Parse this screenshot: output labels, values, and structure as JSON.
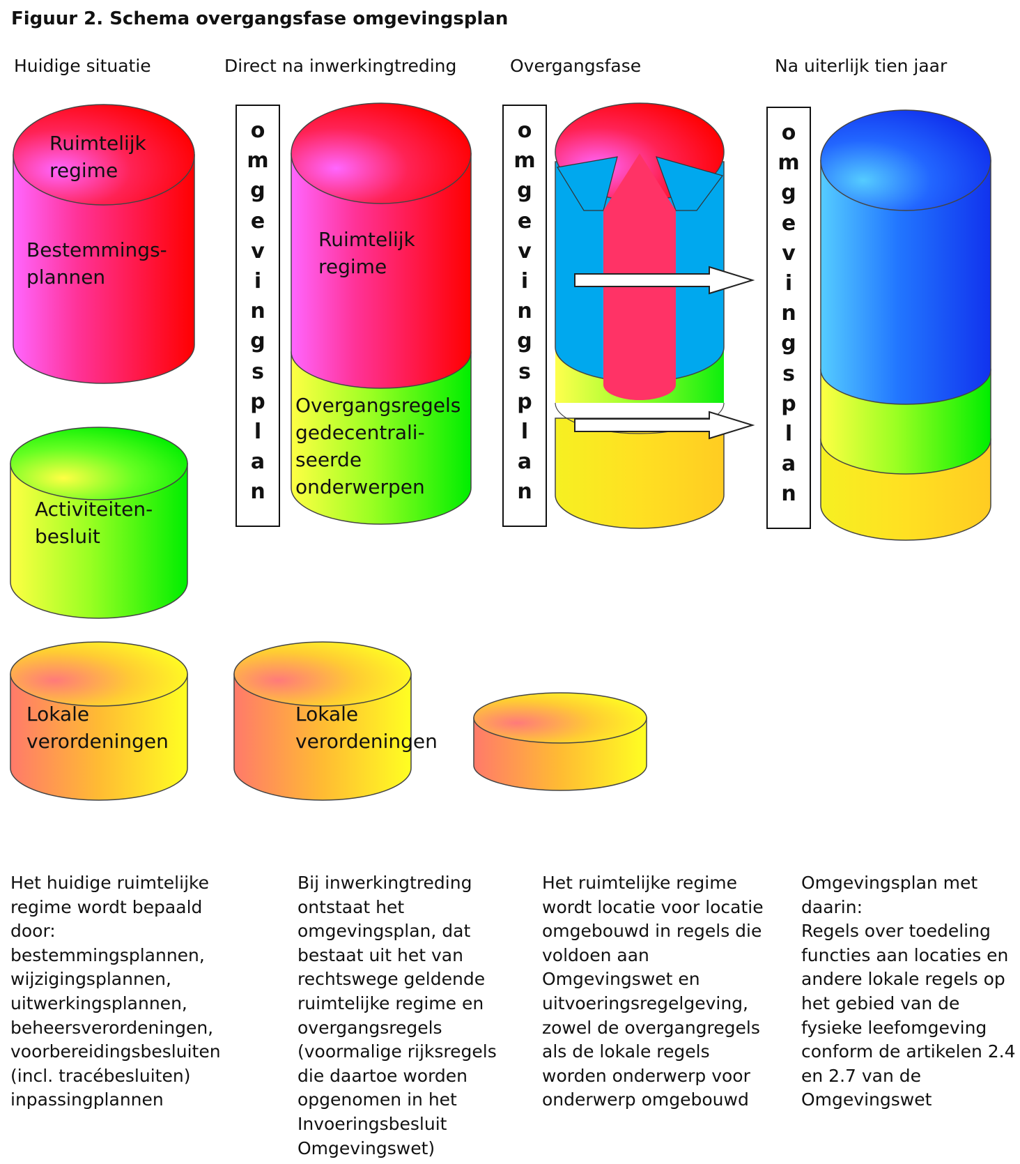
{
  "title": "Figuur 2. Schema overgangsfase omgevingsplan",
  "columns": [
    {
      "heading": "Huidige situatie",
      "caption": [
        "Het huidige ruimtelijke",
        "regime wordt bepaald",
        "door:",
        "bestemmingsplannen,",
        "wijzigingsplannen,",
        "uitwerkingsplannen,",
        "beheersverordeningen,",
        "voorbereidingsbesluiten",
        "(incl. tracébesluiten)",
        "inpassingplannen"
      ]
    },
    {
      "heading": "Direct na inwerkingtreding",
      "caption": [
        "Bij inwerkingtreding",
        "ontstaat het",
        "omgevingsplan, dat",
        "bestaat uit het van",
        "rechtswege geldende",
        "ruimtelijke regime en",
        "overgangsregels",
        "(voormalige rijksregels",
        "die daartoe worden",
        "opgenomen in het",
        "Invoeringsbesluit",
        "Omgevingswet)"
      ]
    },
    {
      "heading": "Overgangsfase",
      "caption": [
        "Het ruimtelijke regime",
        "wordt locatie voor locatie",
        "omgebouwd in regels die",
        "voldoen aan",
        "Omgevingswet en",
        "uitvoeringsregelgeving,",
        "zowel de overgangregels",
        "als de lokale regels",
        "worden onderwerp voor",
        "onderwerp omgebouwd"
      ]
    },
    {
      "heading": "Na uiterlijk tien jaar",
      "caption": [
        "Omgevingsplan met",
        "daarin:",
        "Regels over toedeling",
        "functies aan locaties en",
        "andere lokale regels op",
        "het gebied van de",
        "fysieke leefomgeving",
        "conform de artikelen 2.4",
        "en 2.7 van de",
        "Omgevingswet"
      ]
    }
  ],
  "vertical_box_letters": [
    "o",
    "m",
    "g",
    "e",
    "v",
    "i",
    "n",
    "g",
    "s",
    "p",
    "l",
    "a",
    "n"
  ],
  "labels": {
    "ruimtelijk_regime_1": [
      "Ruimtelijk",
      "regime"
    ],
    "bestemmingsplannen": [
      "Bestemmings-",
      "plannen"
    ],
    "activiteitenbesluit": [
      "Activiteiten-",
      "besluit"
    ],
    "lokale_verordeningen_1": [
      "Lokale",
      "verordeningen"
    ],
    "ruimtelijk_regime_2": [
      "Ruimtelijk",
      "regime"
    ],
    "overgangsregels": [
      "Overgangsregels",
      "gedecentrali-",
      "seerde",
      "onderwerpen"
    ],
    "lokale_verordeningen_2": [
      "Lokale",
      "verordeningen"
    ]
  },
  "colors": {
    "red": "#ff0000",
    "magenta": "#ff66ff",
    "green": "#00ee00",
    "yellow": "#ffff33",
    "orange_red": "#ff7a6a",
    "blue": "#1a4cff",
    "light_blue": "#00aaee",
    "amber": "#ffcc22"
  }
}
